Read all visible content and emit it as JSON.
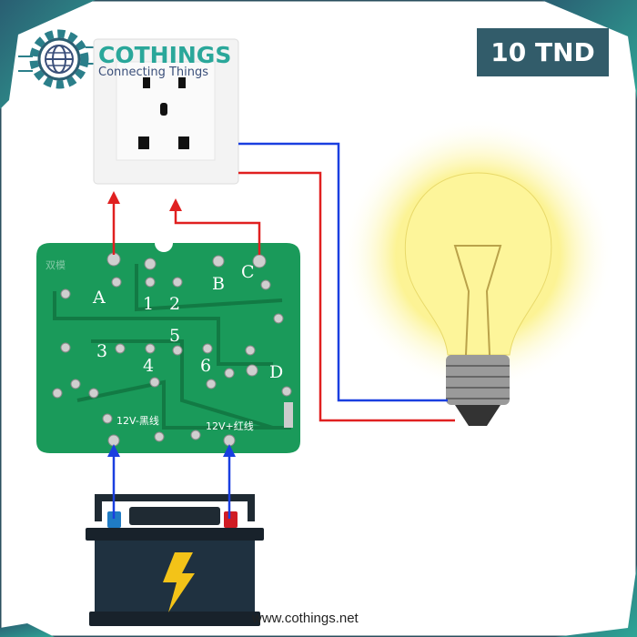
{
  "logo": {
    "brand": "COTHINGS",
    "tagline": "Connecting Things"
  },
  "price_tag": "10 TND",
  "website": "www.cothings.net",
  "pcb": {
    "silkscreen": "双模",
    "labels": [
      "A",
      "B",
      "C",
      "D",
      "1",
      "2",
      "3",
      "4",
      "5",
      "6"
    ],
    "negative_label": "12V-黑线",
    "positive_label": "12V+红线"
  },
  "colors": {
    "frame": "#2a4f5e",
    "accent": "#2aa79a",
    "price_bg": "#325c6a",
    "wire_red": "#e02020",
    "wire_blue": "#1a3fe0",
    "pcb_green": "#1a9a5a"
  }
}
